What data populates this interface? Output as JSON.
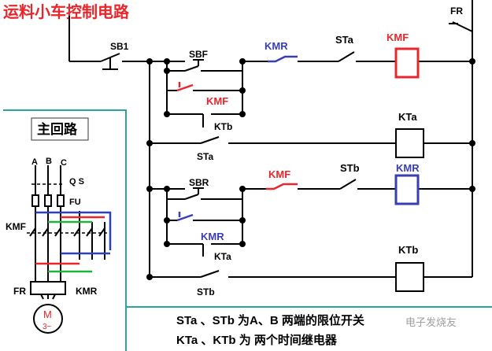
{
  "title": "运料小车控制电路",
  "main_circuit": {
    "title": "主回路",
    "phase_labels": [
      "A",
      "B",
      "C"
    ],
    "qs_label": "Q S",
    "fu_label": "FU",
    "kmf_label": "KMF",
    "kmr_label": "KMR",
    "fr_label": "FR",
    "motor_letter": "M",
    "motor_phase": "3~"
  },
  "control_circuit": {
    "fr": "FR",
    "sb1": "SB1",
    "sbf": "SBF",
    "kmr_nc": "KMR",
    "sta_nc": "STa",
    "kmf_coil": "KMF",
    "kmf_hold": "KMF",
    "ktb_nc1": "KTb",
    "kta_coil": "KTa",
    "sta_no": "STa",
    "sbr": "SBR",
    "kmf_nc": "KMF",
    "stb_nc": "STb",
    "kmr_coil": "KMR",
    "kmr_hold": "KMR",
    "kta_nc": "KTa",
    "ktb_coil": "KTb",
    "stb_no": "STb"
  },
  "notes": {
    "line1": "STa 、STb 为A、B 两端的限位开关",
    "line2": "KTa 、KTb 为 两个时间继电器"
  },
  "watermark": "电子发烧友",
  "colors": {
    "wire": "#000000",
    "title": "#e8262b",
    "kmf": "#e8262b",
    "kmr": "#3a3eb5",
    "frame": "#2aa79b",
    "green": "#1eb53a",
    "blue": "#2b3fbf"
  }
}
